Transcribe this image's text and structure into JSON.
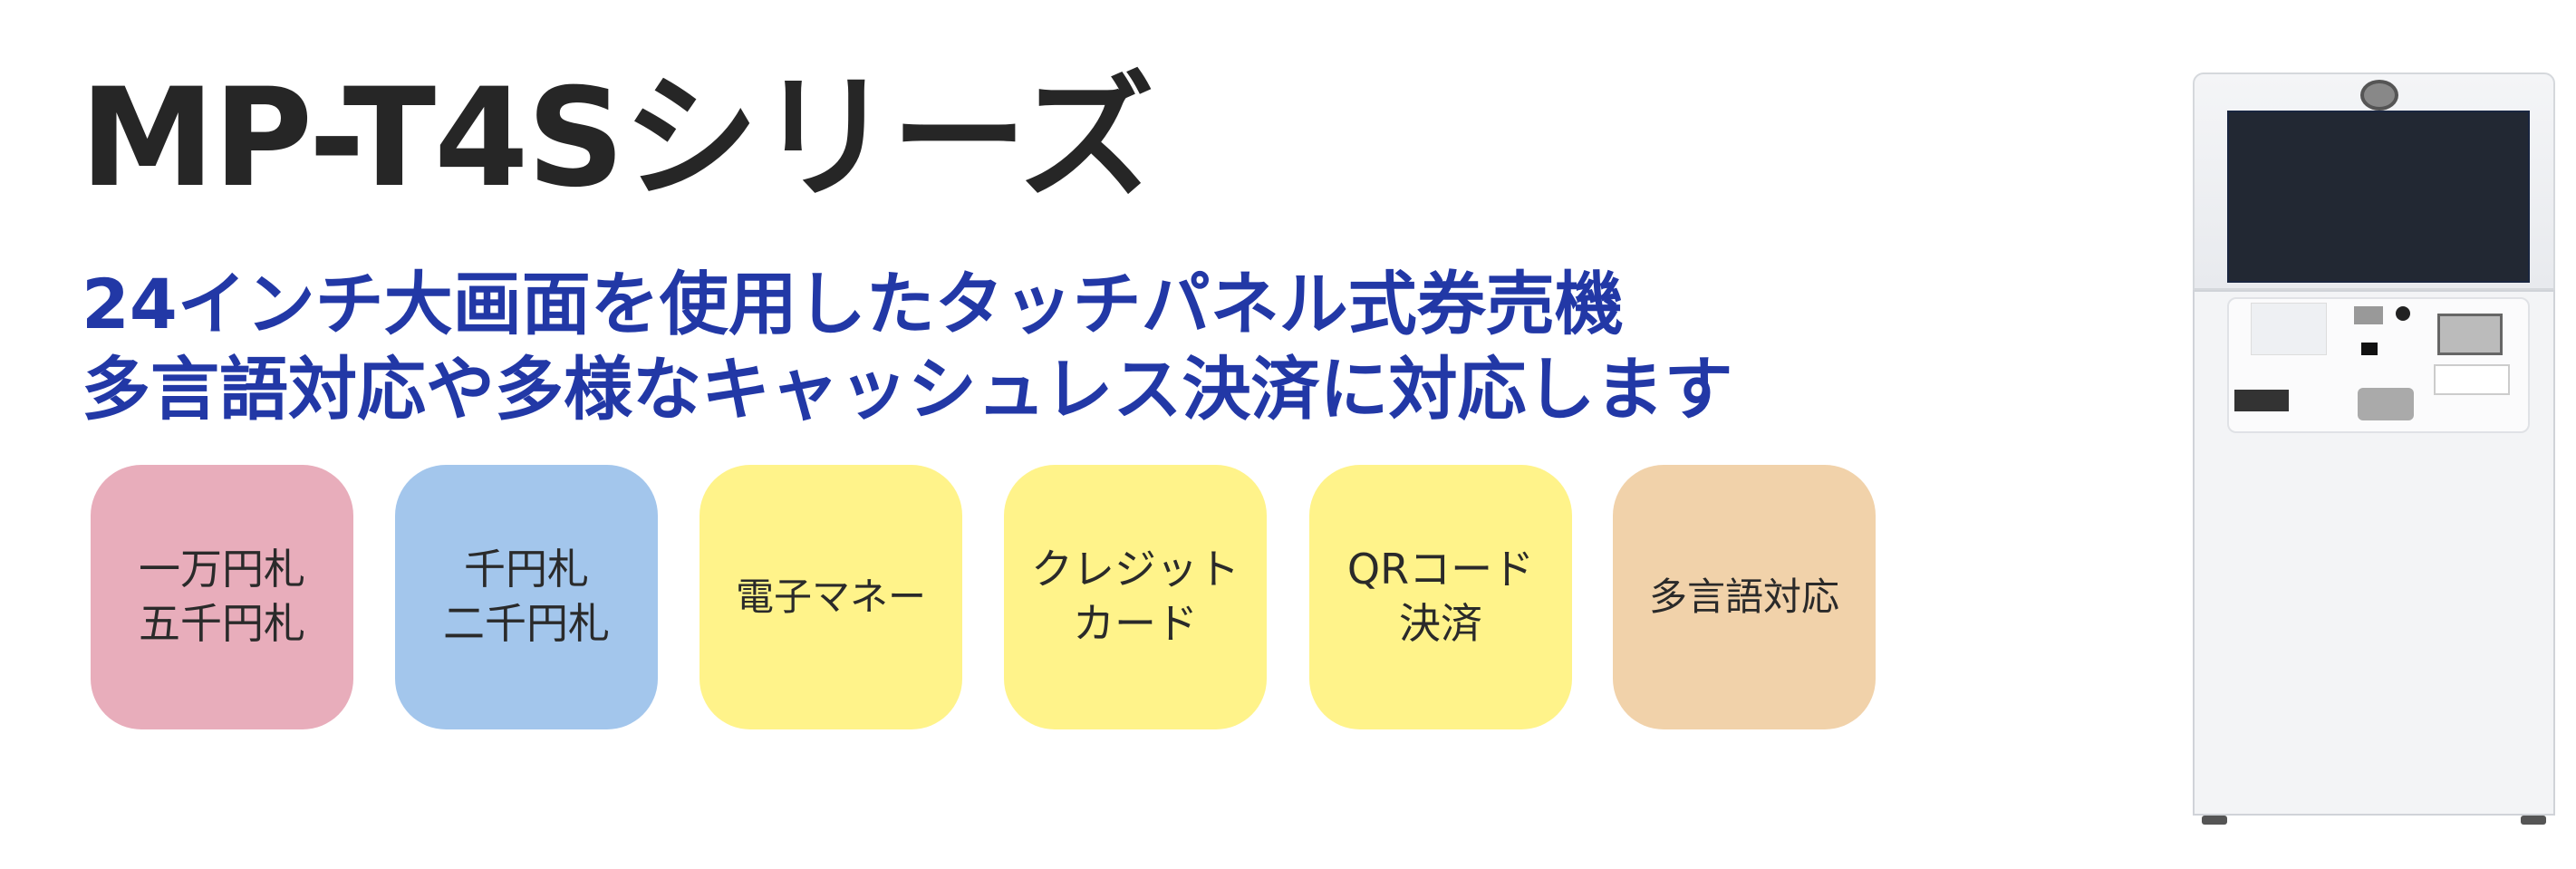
{
  "header": {
    "title": "MP-T4Sシリーズ",
    "subtitle_line1": "24インチ大画面を使用したタッチパネル式券売機",
    "subtitle_line2": "多言語対応や多様なキャッシュレス決済に対応します"
  },
  "features": [
    {
      "lines": [
        "一万円札",
        "五千円札"
      ],
      "color": "#e8adbb"
    },
    {
      "lines": [
        "千円札",
        "二千円札"
      ],
      "color": "#a3c6ec"
    },
    {
      "lines": [
        "電子マネー"
      ],
      "color": "#fff38a"
    },
    {
      "lines": [
        "クレジット",
        "カード"
      ],
      "color": "#fff38a"
    },
    {
      "lines": [
        "QRコード",
        "決済"
      ],
      "color": "#fff38a"
    },
    {
      "lines": [
        "多言語対応"
      ],
      "color": "#f1d2aa"
    }
  ],
  "colors": {
    "title": "#262626",
    "subtitle": "#2238a6"
  },
  "product_image": {
    "icon": "ticket-vending-machine-icon"
  }
}
